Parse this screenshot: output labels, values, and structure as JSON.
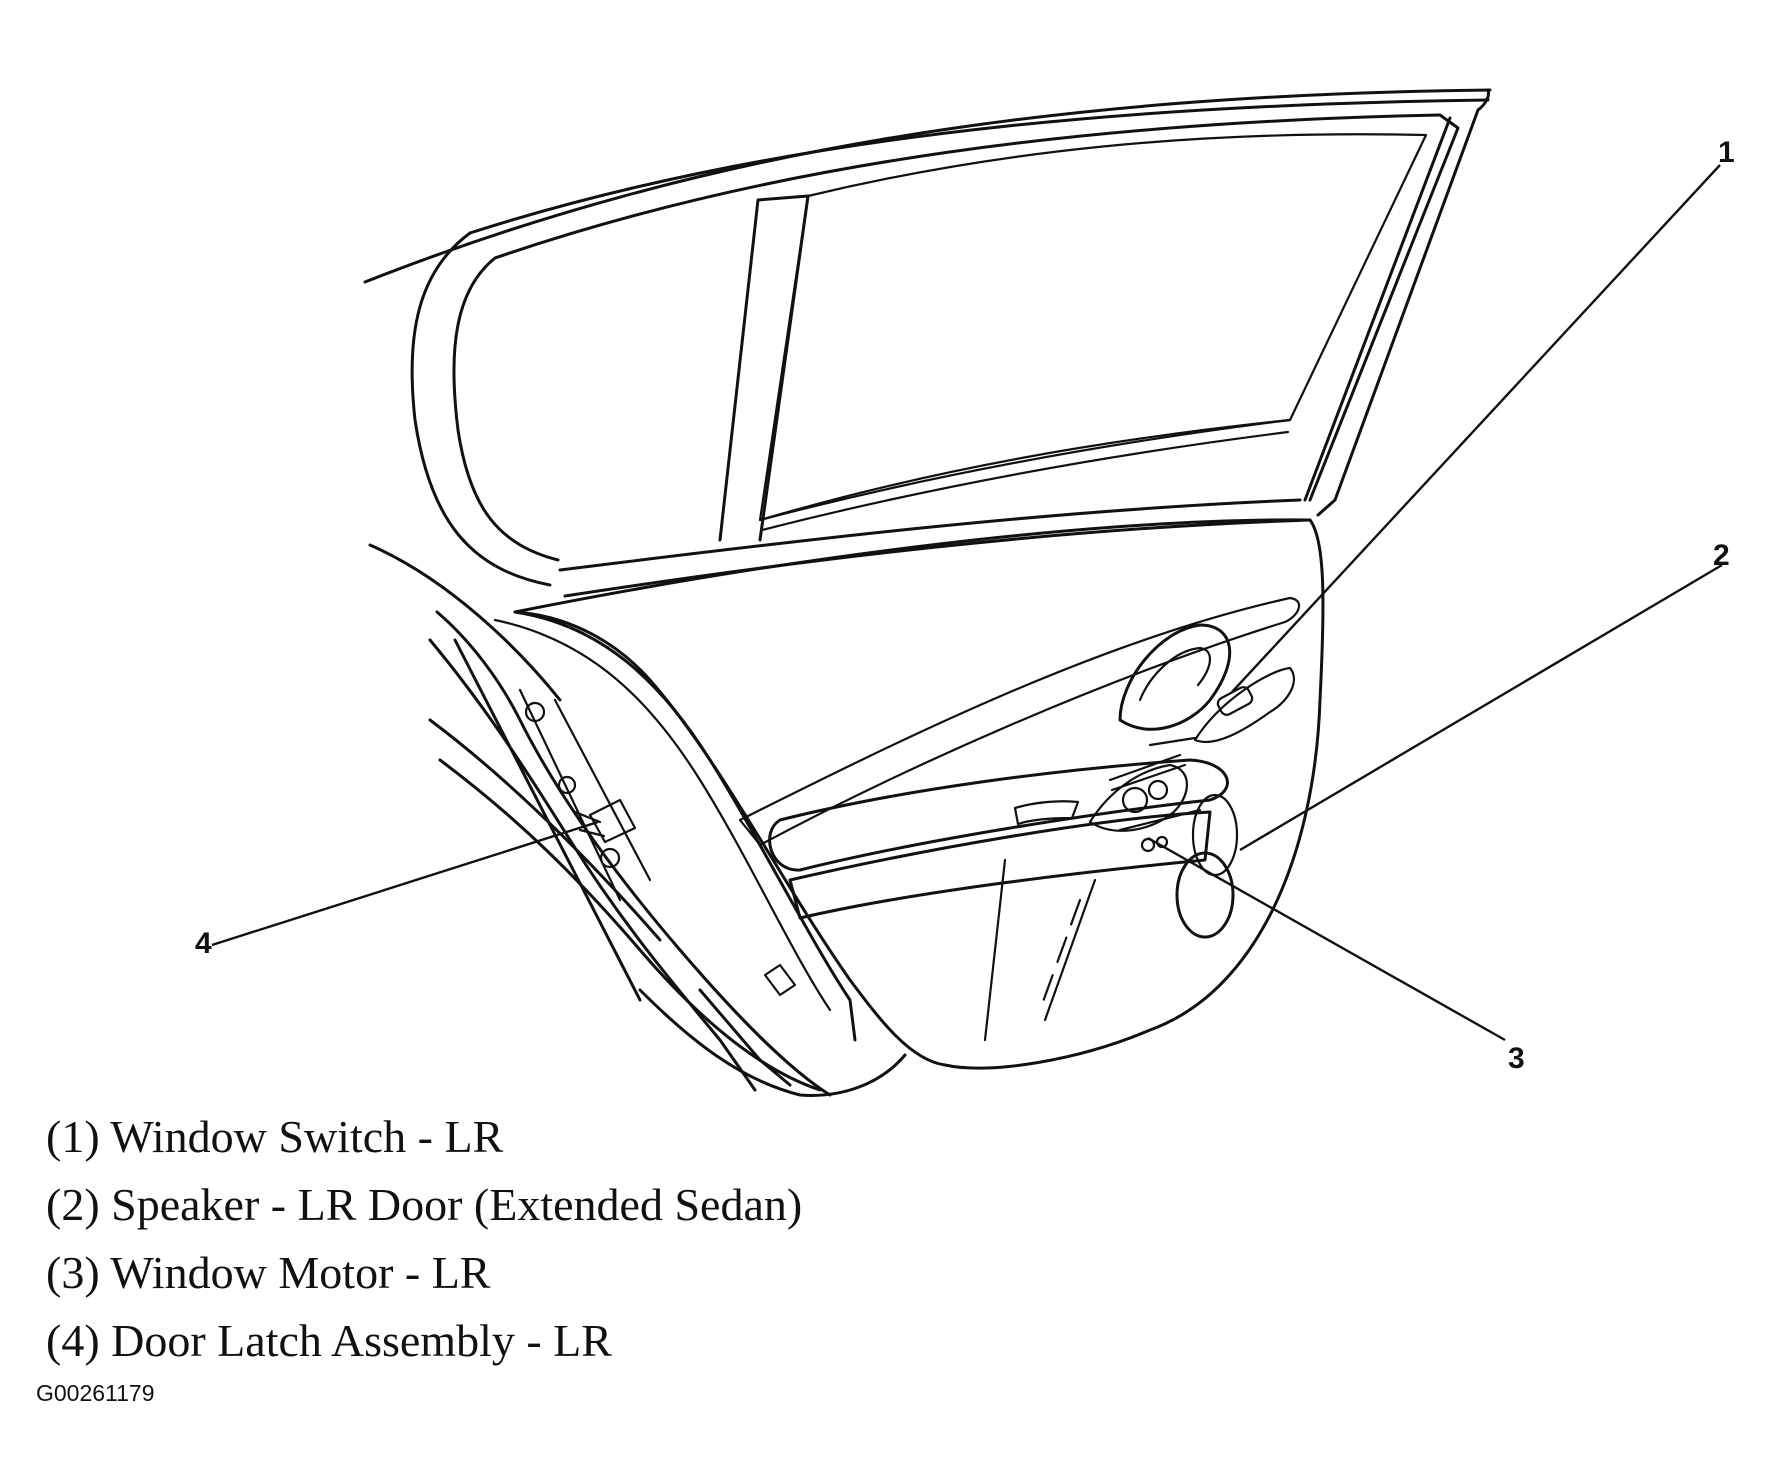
{
  "callouts": {
    "c1": "1",
    "c2": "2",
    "c3": "3",
    "c4": "4"
  },
  "legend": [
    "(1) Window Switch - LR",
    "(2) Speaker - LR Door (Extended Sedan)",
    "(3) Window Motor - LR",
    "(4) Door Latch Assembly - LR"
  ],
  "figure_id": "G00261179"
}
